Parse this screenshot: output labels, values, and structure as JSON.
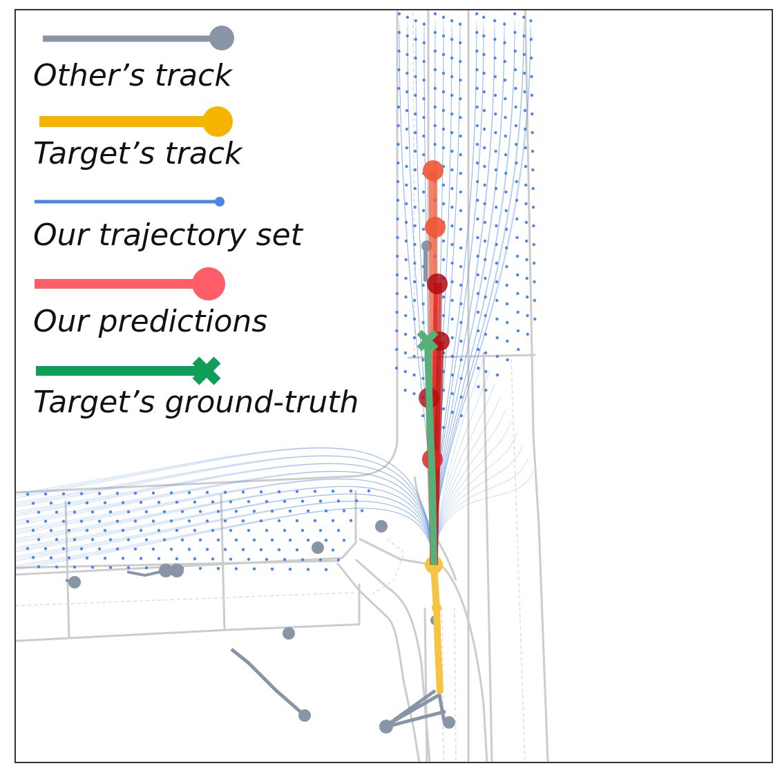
{
  "legend": {
    "items": [
      {
        "label": "Other’s track",
        "icon": "track-line-dot-icon",
        "color": "#8795a6"
      },
      {
        "label": "Target’s track",
        "icon": "track-line-dot-icon",
        "color": "#f4b400"
      },
      {
        "label": "Our trajectory set",
        "icon": "trajectory-line-dot-icon",
        "color": "#4a86e8"
      },
      {
        "label": "Our predictions",
        "icon": "prediction-line-dot-icon",
        "color": "#ff5e69"
      },
      {
        "label": "Target’s ground-truth",
        "icon": "ground-truth-cross-icon",
        "color": "#0f9d58"
      }
    ]
  },
  "colors": {
    "road_lines": "#cccccc",
    "road_dashed": "#dddddd",
    "frame": "#333333",
    "prediction_dark": "#b00d12",
    "prediction_light": "#f25735",
    "ground_truth_marker": "#55b07a",
    "target_track": "#f6c342"
  }
}
